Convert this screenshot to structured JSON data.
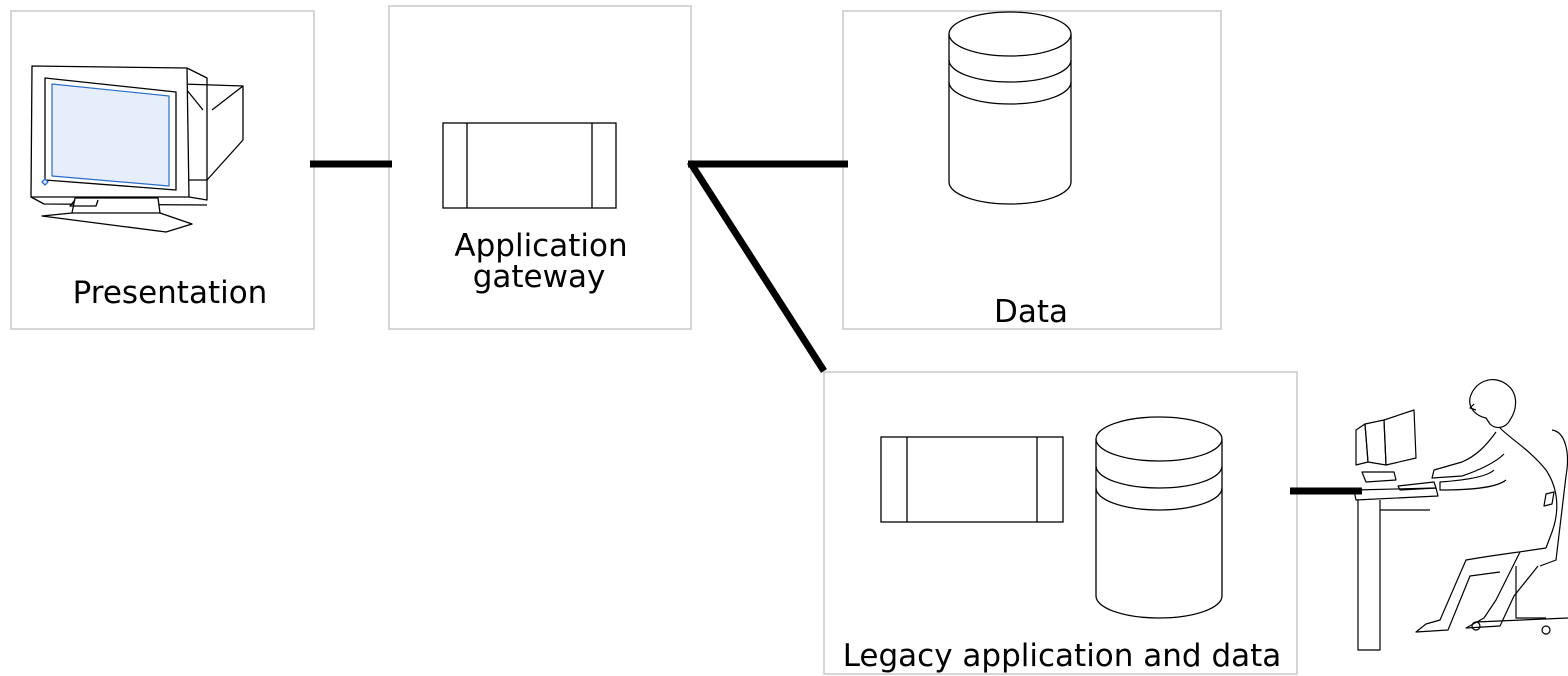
{
  "diagram": {
    "presentation": {
      "label": "Presentation"
    },
    "gateway": {
      "label_line1": "Application",
      "label_line2": "gateway"
    },
    "data": {
      "label": "Data"
    },
    "legacy": {
      "label": "Legacy application and data"
    }
  },
  "colors": {
    "box_border": "#c8c8c8",
    "connector": "#000000",
    "screen_fill": "#e6eefa",
    "screen_border": "#2a6cc8",
    "icon_stroke": "#000000"
  },
  "icons": [
    "crt-monitor-icon",
    "application-module-icon",
    "database-cylinder-icon",
    "person-at-terminal-icon"
  ]
}
